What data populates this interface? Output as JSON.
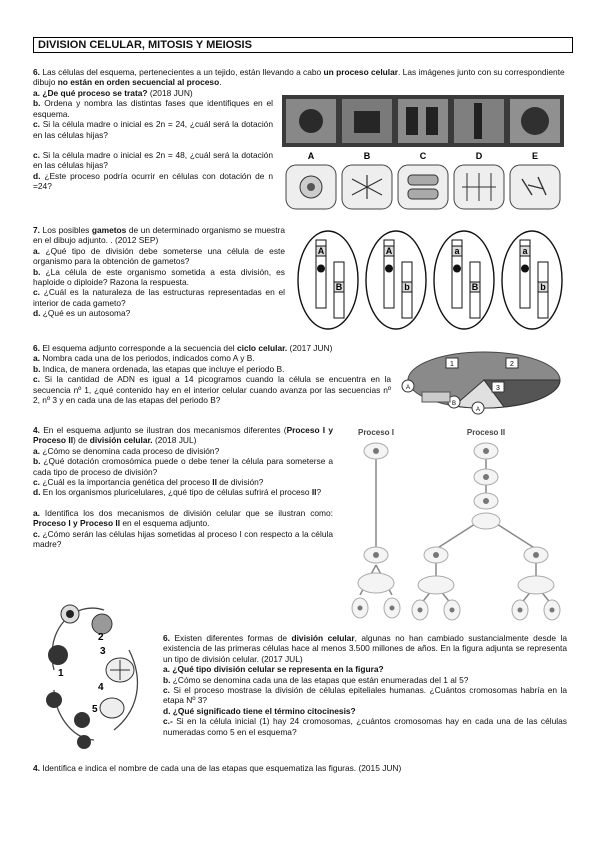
{
  "header": {
    "title": "DIVISION CELULAR, MITOSIS Y MEIOSIS"
  },
  "q1": {
    "intro_a": "6.",
    "intro_b": " Las células del esquema, pertenecientes a un tejido, están llevando a cabo ",
    "intro_bold1": "un proceso celular",
    "intro_c": ". Las imágenes junto con su correspondiente dibujo ",
    "intro_bold2": "no están en orden secuencial al proceso",
    "intro_d": ".",
    "a_label": "a.",
    "a_bold": " ¿De qué proceso se trata?",
    "a_rest": " (2018 JUN)",
    "b_label": "b.",
    "b_text": " Ordena y nombra las distintas fases que identifiques en el esquema.",
    "c1_label": "c.",
    "c1_text": " Si la célula madre o inicial es 2n = 24, ¿cuál será la dotación en las células hijas?",
    "c2_label": "c.",
    "c2_text": " Si la célula madre o inicial es 2n = 48, ¿cuál será la dotación en las células hijas?",
    "d_label": "d.",
    "d_text": " ¿Este proceso podría ocurrir en células con dotación de n =24?",
    "phase_labels": [
      "A",
      "B",
      "C",
      "D",
      "E"
    ]
  },
  "q2": {
    "intro_a": "7.",
    "intro_b": " Los posibles ",
    "intro_bold": "gametos",
    "intro_c": " de un determinado organismo se muestra en el dibujo adjunto. . (2012 SEP)",
    "a_label": "a.",
    "a_text": " ¿Qué tipo de división debe someterse una célula de este organismo para la obtención de gametos?",
    "b_label": "b.",
    "b_text": " ¿La célula de este organismo sometida a esta división, es haploide o diploide? Razona la respuesta.",
    "c_label": "c.",
    "c_text": " ¿Cuál es la naturaleza de las estructuras representadas en el interior de cada gameto?",
    "d_label": "d.",
    "d_text": " ¿Qué es un autosoma?",
    "gametes": [
      {
        "top": "A",
        "bottom": "B"
      },
      {
        "top": "A",
        "bottom": "b"
      },
      {
        "top": "a",
        "bottom": "B"
      },
      {
        "top": "a",
        "bottom": "b"
      }
    ]
  },
  "q3": {
    "intro_a": "6.",
    "intro_b": " El esquema adjunto corresponde a la secuencia del ",
    "intro_bold": "ciclo celular.",
    "intro_c": " (2017 JUN)",
    "a_label": "a.",
    "a_text": " Nombra cada una de los periodos, indicados como A y B.",
    "b_label": "b.",
    "b_text": " Indica, de manera ordenada, las etapas que incluye el periodo B.",
    "c_label": "c.",
    "c_text": " Si la cantidad de ADN es igual a 14 picogramos cuando la célula se encuentra en la secuencia nº 1, ¿qué contenido hay en el interior celular cuando avanza por las secuencias nº 2, nº 3 y en cada una de las etapas del periodo B?",
    "cycle_labels": [
      "1",
      "2",
      "3",
      "A",
      "B",
      "A"
    ]
  },
  "q4": {
    "intro_a": "4.",
    "intro_b": " En el esquema adjunto se ilustran dos mecanismos diferentes (",
    "intro_bold1": "Proceso I y Proceso II",
    "intro_c": ") de ",
    "intro_bold2": "división celular.",
    "intro_d": " (2018 JUL)",
    "a_label": "a.",
    "a_text": " ¿Cómo se denomina cada proceso de división?",
    "b_label": "b.",
    "b_text": " ¿Qué dotación cromosómica puede o debe tener la célula para someterse a cada tipo de proceso de división?",
    "c_label": "c.",
    "c_pre": " ¿Cuál es la importancia genética del proceso ",
    "c_bold": "II",
    "c_post": " de división?",
    "d_label": "d.",
    "d_pre": " En los organismos pluricelulares, ¿qué tipo de células sufrirá el proceso ",
    "d_bold": "II",
    "d_post": "?",
    "a2_label": "a.",
    "a2_pre": " Identifica los dos mecanismos de división celular que se ilustran como: ",
    "a2_bold": "Proceso I y Proceso II",
    "a2_post": " en el esquema adjunto.",
    "c2_label": "c.",
    "c2_text": " ¿Cómo serán las células hijas sometidas al proceso I con respecto a la célula madre?",
    "process1_label": "Proceso I",
    "process2_label": "Proceso II"
  },
  "q5": {
    "intro_a": "6.",
    "intro_b": " Existen diferentes formas de ",
    "intro_bold": "división celular",
    "intro_c": ", algunas no han cambiado sustancialmente desde la existencia de las primeras células hace al menos 3.500 millones de años. En la figura adjunta se representa un tipo de división celular. (2017 JUL)",
    "a_label": "a.",
    "a_bold": " ¿Qué tipo división celular se representa en la figura?",
    "b_label": "b.",
    "b_text": " ¿Cómo se denomina cada una de las etapas que están enumeradas del 1 al 5?",
    "c_label": "c.",
    "c_text": " Si el proceso mostrase la división de células epiteliales humanas. ¿Cuántos cromosomas habría en la etapa Nº 3?",
    "d_label": "d.",
    "d_bold": " ¿Qué significado tiene el término citocinesis?",
    "e_label": "c.-",
    "e_text": " Si en la célula inicial (1) hay 24 cromosomas, ¿cuántos cromosomas hay en cada una de las células numeradas como 5 en el esquema?",
    "stage_numbers": [
      "1",
      "2",
      "3",
      "4",
      "5"
    ]
  },
  "q6": {
    "label": "4.",
    "text": " Identifica e indica el nombre de cada una de las etapas que esquematiza las figuras. (2015 JUN)"
  }
}
